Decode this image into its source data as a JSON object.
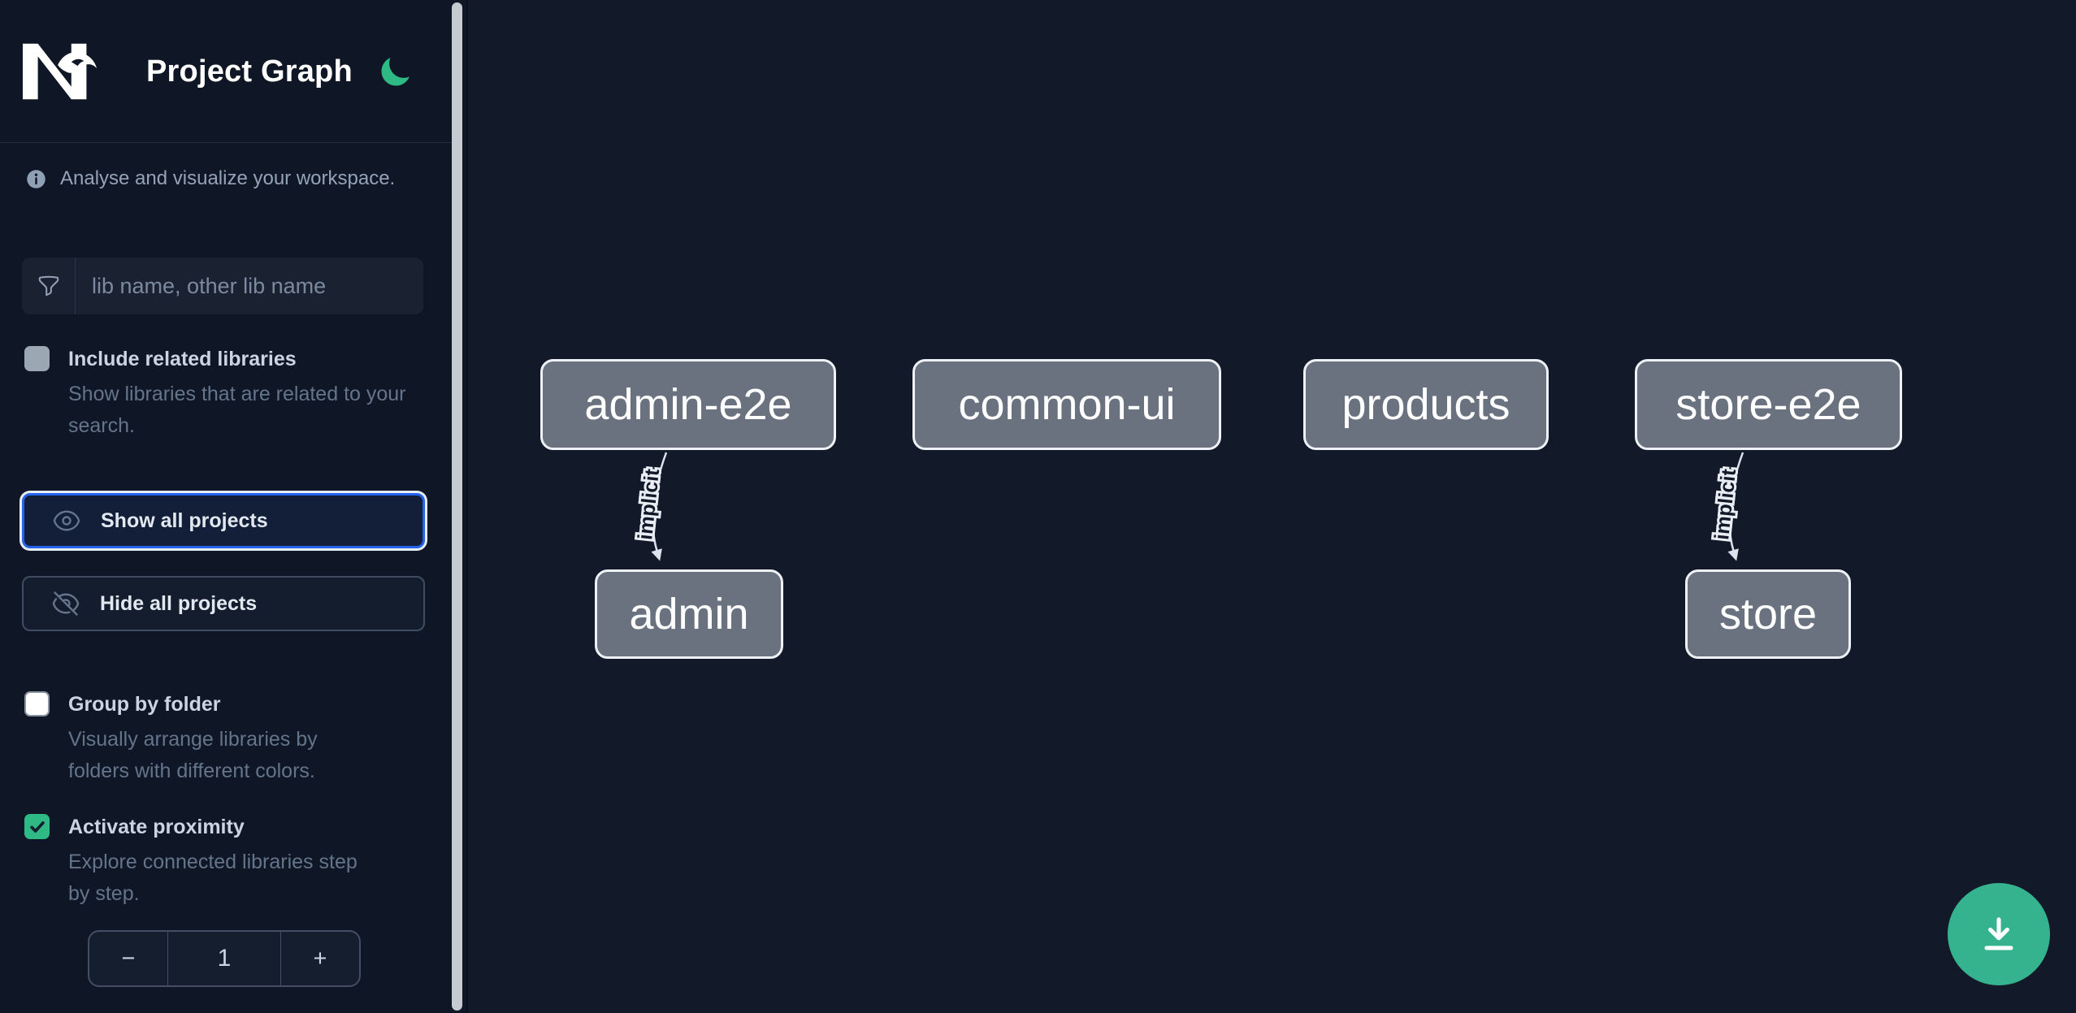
{
  "app": {
    "brand": "Nx",
    "title": "Project Graph"
  },
  "theme": {
    "accent_green": "#2fb984",
    "focus_blue": "#2563eb",
    "node_fill": "#6a7280",
    "node_border": "#eef2f7",
    "edge_color": "#dde3ec",
    "sidebar_bg": "#0f1726",
    "canvas_bg": "#121a29"
  },
  "icons": {
    "theme": "moon-icon",
    "info": "info-icon",
    "search": "funnel-icon",
    "show_all": "eye-icon",
    "hide_all": "eye-off-icon",
    "fab": "download-icon"
  },
  "sidebar": {
    "tagline": "Analyse and visualize your workspace.",
    "search": {
      "placeholder": "lib name, other lib name"
    },
    "include_related": {
      "label": "Include related libraries",
      "description": "Show libraries that are related to your search.",
      "checked": false,
      "disabled": true
    },
    "actions": {
      "show_all": "Show all projects",
      "hide_all": "Hide all projects"
    },
    "group_by_folder": {
      "label": "Group by folder",
      "description": "Visually arrange libraries by folders with different colors.",
      "checked": false
    },
    "activate_proximity": {
      "label": "Activate proximity",
      "description": "Explore connected libraries step by step.",
      "checked": true
    },
    "proximity_stepper": {
      "decrement_label": "−",
      "value": "1",
      "increment_label": "+"
    }
  },
  "graph": {
    "nodes": [
      {
        "label": "admin-e2e"
      },
      {
        "label": "common-ui"
      },
      {
        "label": "products"
      },
      {
        "label": "store-e2e"
      },
      {
        "label": "admin"
      },
      {
        "label": "store"
      }
    ],
    "edges": [
      {
        "source": "admin-e2e",
        "target": "admin",
        "label": "implicit"
      },
      {
        "source": "store-e2e",
        "target": "store",
        "label": "implicit"
      }
    ]
  }
}
